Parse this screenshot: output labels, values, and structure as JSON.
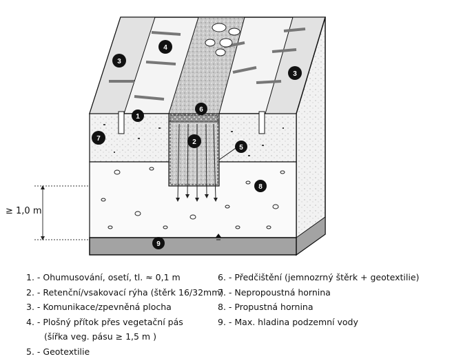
{
  "diagram": {
    "callouts": [
      "1",
      "2",
      "3",
      "3",
      "4",
      "5",
      "6",
      "7",
      "8",
      "9"
    ],
    "depth_label": "≥ 1,0 m"
  },
  "legend": {
    "left": [
      "1. - Ohumusování, osetí, tl. ≈ 0,1 m",
      "2. - Retenční/vsakovací rýha (štěrk 16/32mm)",
      "3. - Komunikace/zpevněná plocha",
      "4. - Plošný přítok přes vegetační pás",
      "(šířka veg. pásu ≥ 1,5 m )",
      "5. - Geotextilie"
    ],
    "right": [
      "6. - Předčištění (jemnozrný štěrk + geotextilie)",
      "7. - Nepropoustná hornina",
      "8. - Propustná hornina",
      "9. - Max. hladina podzemní vody"
    ]
  }
}
